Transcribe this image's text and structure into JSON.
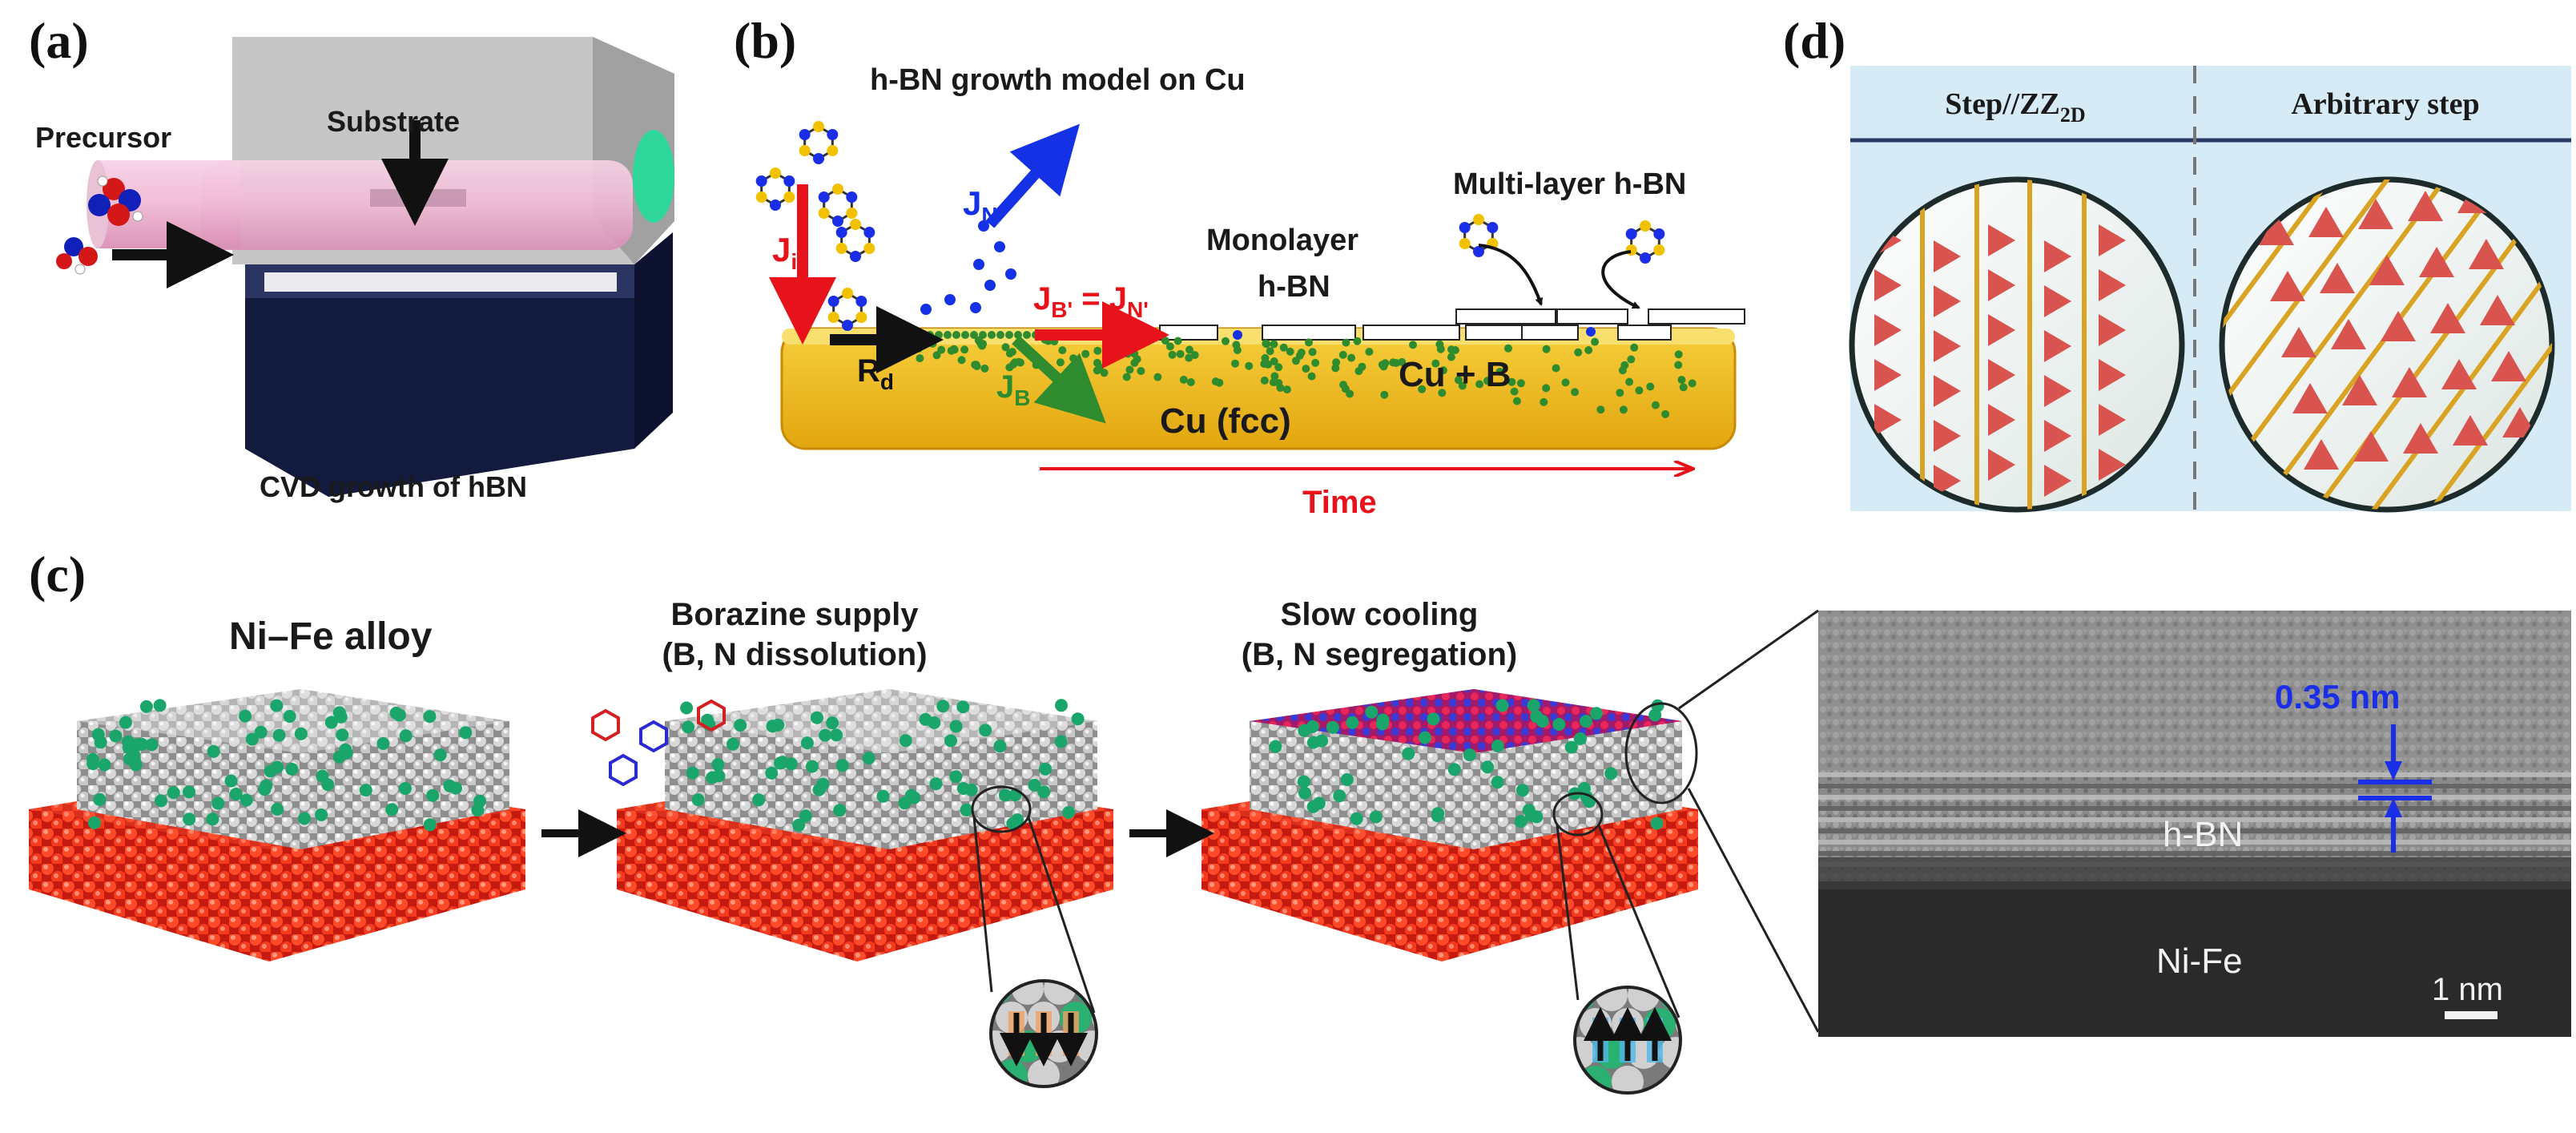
{
  "panel_labels": {
    "a": "(a)",
    "b": "(b)",
    "c": "(c)",
    "d": "(d)"
  },
  "panel_a": {
    "precursor": "Precursor",
    "substrate": "Substrate",
    "caption": "CVD growth of hBN"
  },
  "panel_b": {
    "title": "h-BN growth model on Cu",
    "monolayer": [
      "Monolayer",
      "h-BN"
    ],
    "multilayer": "Multi-layer h-BN",
    "cu_b": "Cu + B",
    "cu_fcc": "Cu (fcc)",
    "time": "Time",
    "flux": {
      "ji": {
        "main": "J",
        "sub": "i"
      },
      "jn": {
        "main": "J",
        "sub": "N"
      },
      "jb": {
        "main": "J",
        "sub": "B"
      },
      "rd": {
        "main": "R",
        "sub": "d"
      },
      "jbn": {
        "j1": "J",
        "s1": "B'",
        "eq": " = ",
        "j2": "J",
        "s2": "N'"
      }
    }
  },
  "panel_c": {
    "stage1": "Ni–Fe alloy",
    "stage2": [
      "Borazine supply",
      "(B, N dissolution)"
    ],
    "stage3": [
      "Slow cooling",
      "(B, N segregation)"
    ],
    "tem": {
      "spacing": "0.35 nm",
      "hbn": "h-BN",
      "nife": "Ni-Fe",
      "scale": "1 nm"
    }
  },
  "panel_d": {
    "col1": {
      "main": "Step//ZZ",
      "sub": "2D"
    },
    "col2": "Arbitrary step"
  },
  "colors": {
    "flux_blue": "#1431e6",
    "flux_red": "#e8121a",
    "flux_green": "#2e8b2e",
    "cu_gold": "#f2c230",
    "time_red": "#e8121a",
    "tem_blue": "#1a2ee8",
    "triangle_red": "#d9534f",
    "step_gold": "#d9a424",
    "panel_d_bg": "#d7ebf6"
  }
}
